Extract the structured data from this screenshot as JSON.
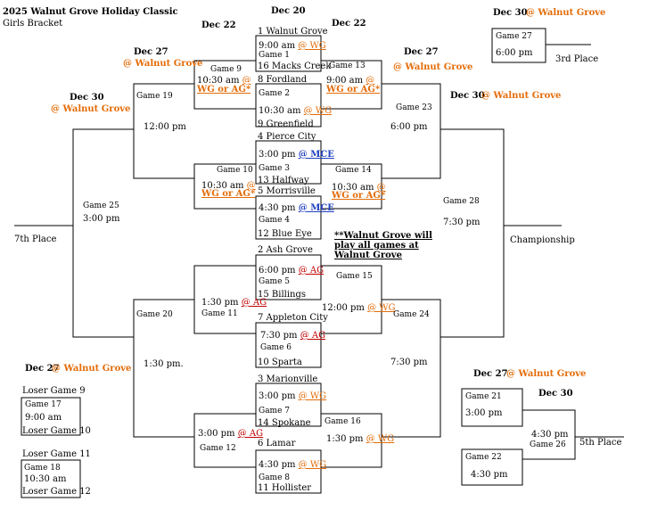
{
  "title": "2025 Walnut Grove Holiday Classic",
  "subtitle": "Girls Bracket",
  "colors": {
    "orange": "#e36c09",
    "blue": "#1f3fbf",
    "red": "#c00000",
    "line": "#000000"
  },
  "headers": {
    "dec20": "Dec 20",
    "dec22_left": "Dec 22",
    "dec22_right": "Dec 22",
    "dec27": "Dec 27",
    "dec30": "Dec 30",
    "at_wg": "@ Walnut Grove"
  },
  "teams": {
    "t1": "1 Walnut Grove",
    "t16": "16 Macks Creek",
    "t8": "8 Fordland",
    "t9": "9 Greenfield",
    "t4": "4 Pierce City",
    "t13": "13 Halfway",
    "t5": "5 Morrisville",
    "t12": "12 Blue Eye",
    "t2": "2 Ash Grove",
    "t15": "15 Billings",
    "t7": "7 Appleton City",
    "t10": "10 Sparta",
    "t3": "3 Marionville",
    "t14": "14 Spokane",
    "t6": "6 Lamar",
    "t11": "11 Hollister"
  },
  "games": {
    "g1": {
      "label": "Game 1",
      "time": "9:00 am",
      "site": "@ WG"
    },
    "g2": {
      "label": "Game 2",
      "time": "10:30 am",
      "site": "@ WG"
    },
    "g3": {
      "label": "Game 3",
      "time": "3:00 pm",
      "site": "@ MCE"
    },
    "g4": {
      "label": "Game 4",
      "time": "4:30 pm",
      "site": "@ MCE"
    },
    "g5": {
      "label": "Game 5",
      "time": "6:00 pm",
      "site": "@ AG"
    },
    "g6": {
      "label": "Game 6",
      "time": "7:30 pm",
      "site": "@ AG"
    },
    "g7": {
      "label": "Game 7",
      "time": "3:00 pm",
      "site": "@ WG"
    },
    "g8": {
      "label": "Game 8",
      "time": "4:30 pm",
      "site": "@ WG"
    },
    "g9": {
      "label": "Game 9",
      "time": "10:30 am",
      "site1": "@",
      "site2": "WG or AG*"
    },
    "g10": {
      "label": "Game 10",
      "time": "10:30 am",
      "site1": "@",
      "site2": "WG or AG*"
    },
    "g11": {
      "label": "Game 11",
      "time": "1:30 pm",
      "site": "@ AG"
    },
    "g12": {
      "label": "Game 12",
      "time": "3:00 pm",
      "site": "@ AG"
    },
    "g13": {
      "label": "Game 13",
      "time": "9:00 am",
      "site1": "@",
      "site2": "WG or AG*"
    },
    "g14": {
      "label": "Game 14",
      "time": "10:30 am",
      "site1": "@",
      "site2": "WG or AG*"
    },
    "g15": {
      "label": "Game 15",
      "time": "12:00 pm",
      "site": "@ WG"
    },
    "g16": {
      "label": "Game 16",
      "time": "1:30 pm",
      "site": "@ WG"
    },
    "g17": {
      "label": "Game 17",
      "time": "9:00 am",
      "loser_top": "Loser Game 9",
      "loser_bottom": "Loser Game 10"
    },
    "g18": {
      "label": "Game 18",
      "time": "10:30 am",
      "loser_top": "Loser Game 11",
      "loser_bottom": "Loser Game 12"
    },
    "g19": {
      "label": "Game 19",
      "time": "12:00 pm"
    },
    "g20": {
      "label": "Game 20",
      "time": "1:30 pm."
    },
    "g21": {
      "label": "Game 21",
      "time": "3:00 pm"
    },
    "g22": {
      "label": "Game 22",
      "time": "4:30 pm"
    },
    "g23": {
      "label": "Game 23",
      "time": "6:00 pm"
    },
    "g24": {
      "label": "Game 24",
      "time": "7:30 pm"
    },
    "g25": {
      "label": "Game 25",
      "time": "3:00 pm"
    },
    "g26": {
      "label": "Game 26",
      "time": "4:30 pm"
    },
    "g27": {
      "label": "Game 27",
      "time": "6:00 pm"
    },
    "g28": {
      "label": "Game 28",
      "time": "7:30 pm"
    }
  },
  "places": {
    "third": "3rd Place",
    "seventh": "7th Place",
    "fifth": "5th Place",
    "championship": "Championship"
  },
  "note": "**Walnut Grove will play all games at Walnut Grove"
}
